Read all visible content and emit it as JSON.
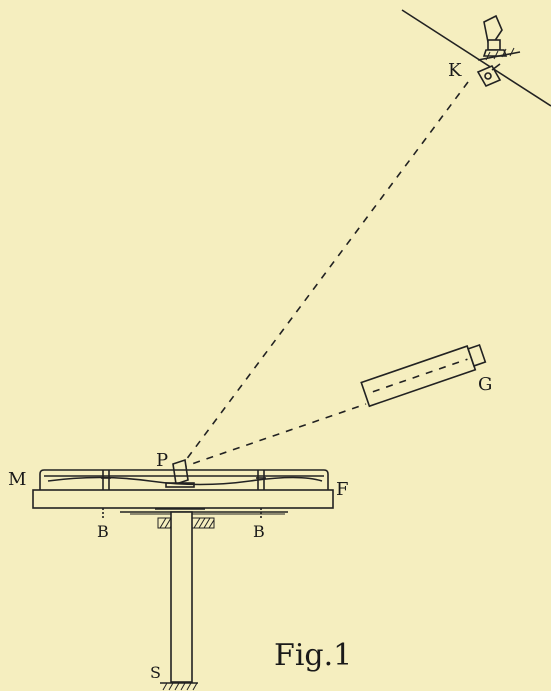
{
  "labels": {
    "K": "K",
    "G": "G",
    "P": "P",
    "M": "M",
    "F": "F",
    "B_left": "B",
    "B_right": "B",
    "S": "S"
  },
  "caption": "Fig.1"
}
